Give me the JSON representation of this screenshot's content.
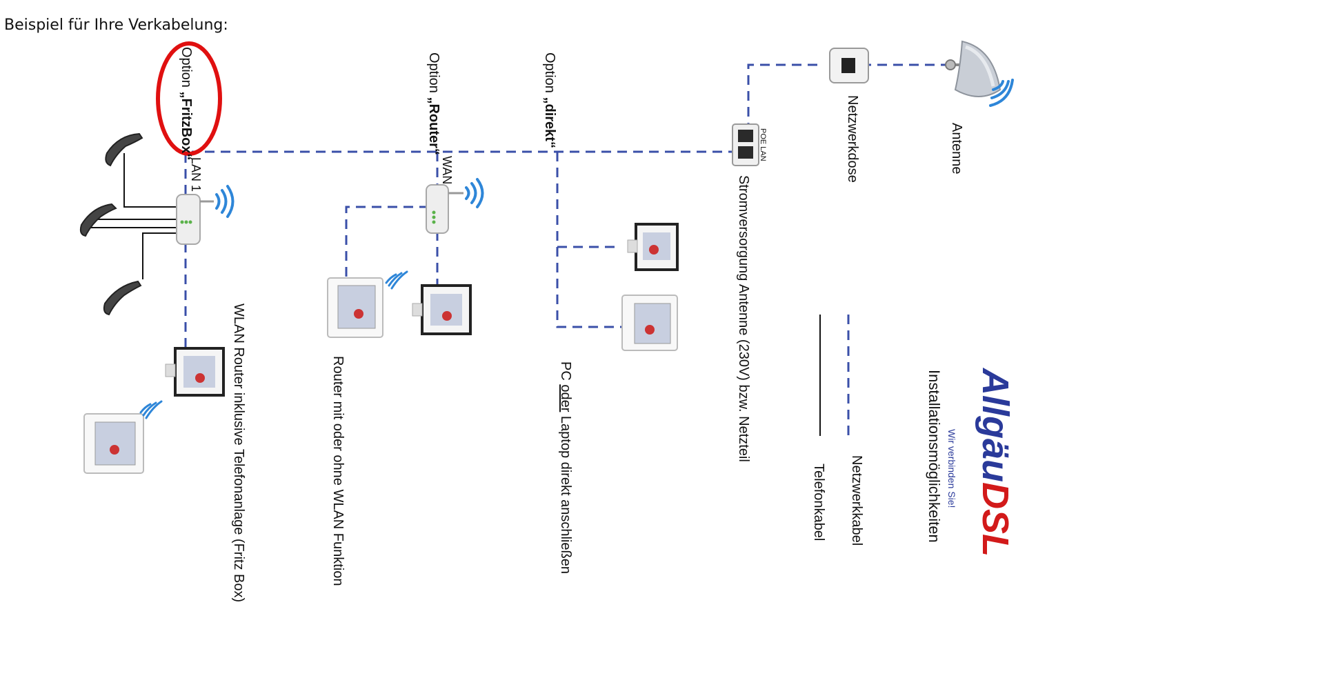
{
  "intro_text": "Beispiel für Ihre Verkabelung:",
  "logo": {
    "brand_main": "Allgäu",
    "brand_dsl": "DSL",
    "tagline": "Wir verbinden Sie!"
  },
  "heading": "Installationsmöglichkeiten",
  "legend": {
    "network_cable": "Netzwerkkabel",
    "phone_cable": "Telefonkabel"
  },
  "devices": {
    "antenna": "Antenne",
    "network_socket": "Netzwerkdose",
    "poe_label": "POE LAN",
    "power_supply": "Stromversorgung Antenne (230V) bzw. Netzteil"
  },
  "options": {
    "direct": {
      "prefix": "Option ",
      "name": "„direkt“",
      "caption_pre": "PC ",
      "caption_underlined": "oder",
      "caption_post": " Laptop direkt anschließen"
    },
    "router": {
      "prefix": "Option ",
      "name": "„Router“",
      "port": "WAN",
      "caption": "Router mit oder ohne WLAN Funktion"
    },
    "fritzbox": {
      "prefix": "Option ",
      "name": "„FritzBox“",
      "port": "LAN 1",
      "caption": "WLAN Router inklusive Telefonanlage (Fritz Box)"
    }
  },
  "colors": {
    "network_line": "#3a4fa8",
    "phone_line": "#111111",
    "highlight": "#e01010",
    "wifi": "#2e86d8",
    "logo_blue": "#2a3a9a",
    "logo_red": "#d21a1a"
  }
}
